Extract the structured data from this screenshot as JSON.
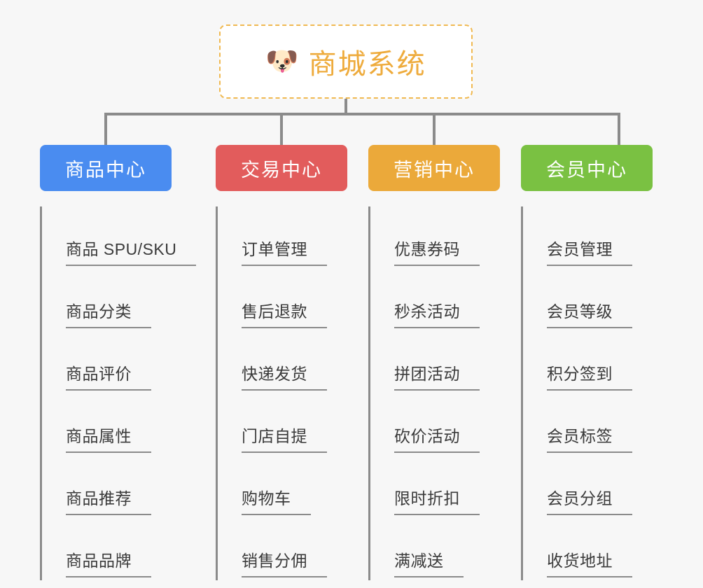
{
  "diagram": {
    "type": "mindmap-tree",
    "background_color": "#f7f7f7",
    "connector_color": "#8b8b8b",
    "root": {
      "icon": "dog-face-emoji",
      "icon_glyph": "🐶",
      "title": "商城系统",
      "text_color": "#eeab3c",
      "border_color": "#f0b951",
      "background_color": "#ffffff",
      "border_style": "dashed"
    },
    "columns": [
      {
        "header": "商品中心",
        "color": "#4a8cf0",
        "items": [
          "商品 SPU/SKU",
          "商品分类",
          "商品评价",
          "商品属性",
          "商品推荐",
          "商品品牌"
        ]
      },
      {
        "header": "交易中心",
        "color": "#e25c5c",
        "items": [
          "订单管理",
          "售后退款",
          "快递发货",
          "门店自提",
          "购物车",
          "销售分佣"
        ]
      },
      {
        "header": "营销中心",
        "color": "#eba93a",
        "items": [
          "优惠券码",
          "秒杀活动",
          "拼团活动",
          "砍价活动",
          "限时折扣",
          "满减送"
        ]
      },
      {
        "header": "会员中心",
        "color": "#7ac142",
        "items": [
          "会员管理",
          "会员等级",
          "积分签到",
          "会员标签",
          "会员分组",
          "收货地址"
        ]
      }
    ]
  }
}
